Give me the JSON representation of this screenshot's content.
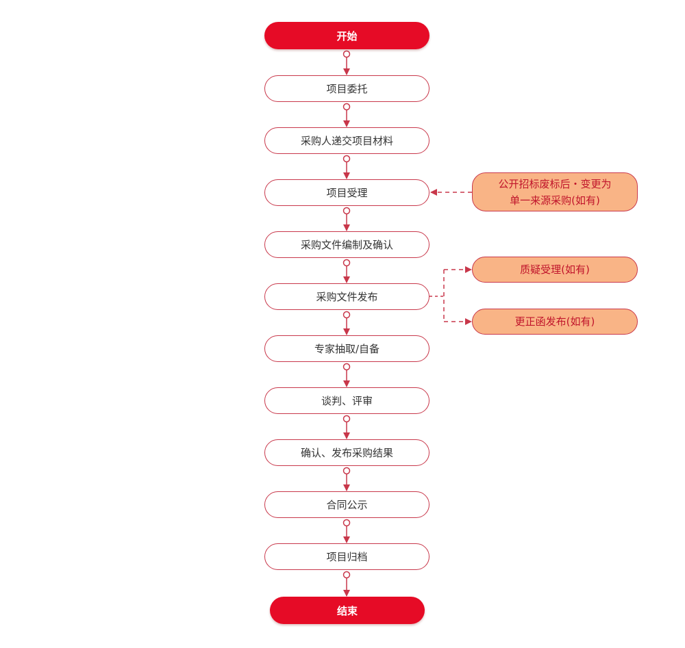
{
  "flowchart": {
    "start": "开始",
    "steps": [
      "项目委托",
      "采购人递交项目材料",
      "项目受理",
      "采购文件编制及确认",
      "采购文件发布",
      "专家抽取/自备",
      "谈判、评审",
      "确认、发布采购结果",
      "合同公示",
      "项目归档"
    ],
    "end": "结束",
    "side_notes": {
      "acceptance_source_line1": "公开招标废标后・变更为",
      "acceptance_source_line2": "单一来源采购(如有)",
      "query": "质疑受理(如有)",
      "correction": "更正函发布(如有)"
    }
  },
  "colors": {
    "primary_red": "#e60b26",
    "connector": "#c8374a",
    "side_fill": "#f9b486",
    "side_text": "#c0142b"
  }
}
